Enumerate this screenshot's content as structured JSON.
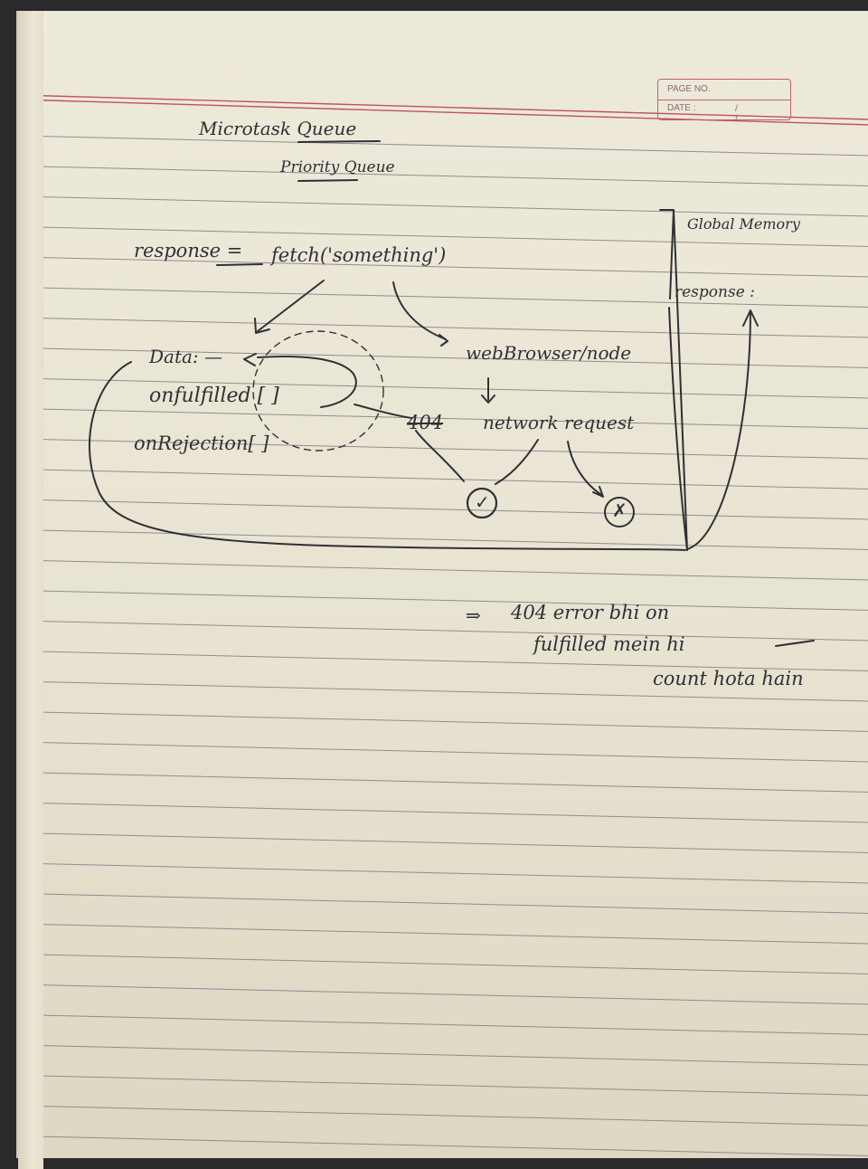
{
  "header_box": {
    "page_no_label": "PAGE NO.",
    "date_label": "DATE :",
    "date_slashes": "/ /"
  },
  "title": {
    "line1": "Microtask Queue",
    "line2": "Priority Queue"
  },
  "code_line": {
    "lhs": "response =",
    "call": "fetch('something')"
  },
  "object_fields": {
    "data": "Data: —",
    "onfulfilled": "onfulfilled [ ]",
    "onrejection": "onRejection[ ]"
  },
  "env": {
    "label": "webBrowser/node",
    "network": "network request",
    "status_404": "404"
  },
  "outcomes": {
    "success": "✓",
    "failure": "✗"
  },
  "global_memory": {
    "title": "Global Memory",
    "response": "response :"
  },
  "note": {
    "arrow": "⇒",
    "line1": "404 error bhi on",
    "line2": "fulfilled mein hi",
    "line3": "count hota hain"
  },
  "colors": {
    "ink": "#2f3036",
    "margin_red": "#c0525e",
    "rule_gray": "#8d8d90",
    "paper": "#eeeadb"
  }
}
